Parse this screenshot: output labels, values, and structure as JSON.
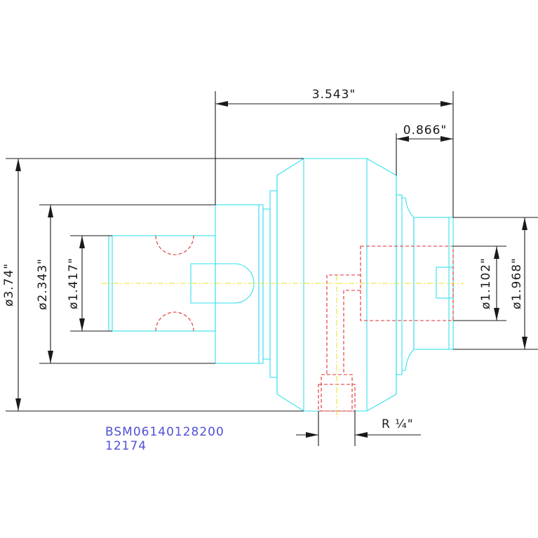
{
  "dimensions": {
    "overall_length": "3.543\"",
    "shank_length": "0.866\"",
    "dia_outer": "ø3.74\"",
    "dia_mid": "ø2.343\"",
    "dia_inner": "ø1.417\"",
    "dia_bore": "ø1.102\"",
    "dia_shank": "ø1.968\"",
    "thread": "R ¼\""
  },
  "part": {
    "number": "BSM06140128200",
    "code": "12174"
  },
  "colors": {
    "outline": "#33e0ee",
    "dimension": "#1a1a1a",
    "hidden": "#e03030",
    "centerline": "#e8e020",
    "part_text": "#5050d8"
  }
}
